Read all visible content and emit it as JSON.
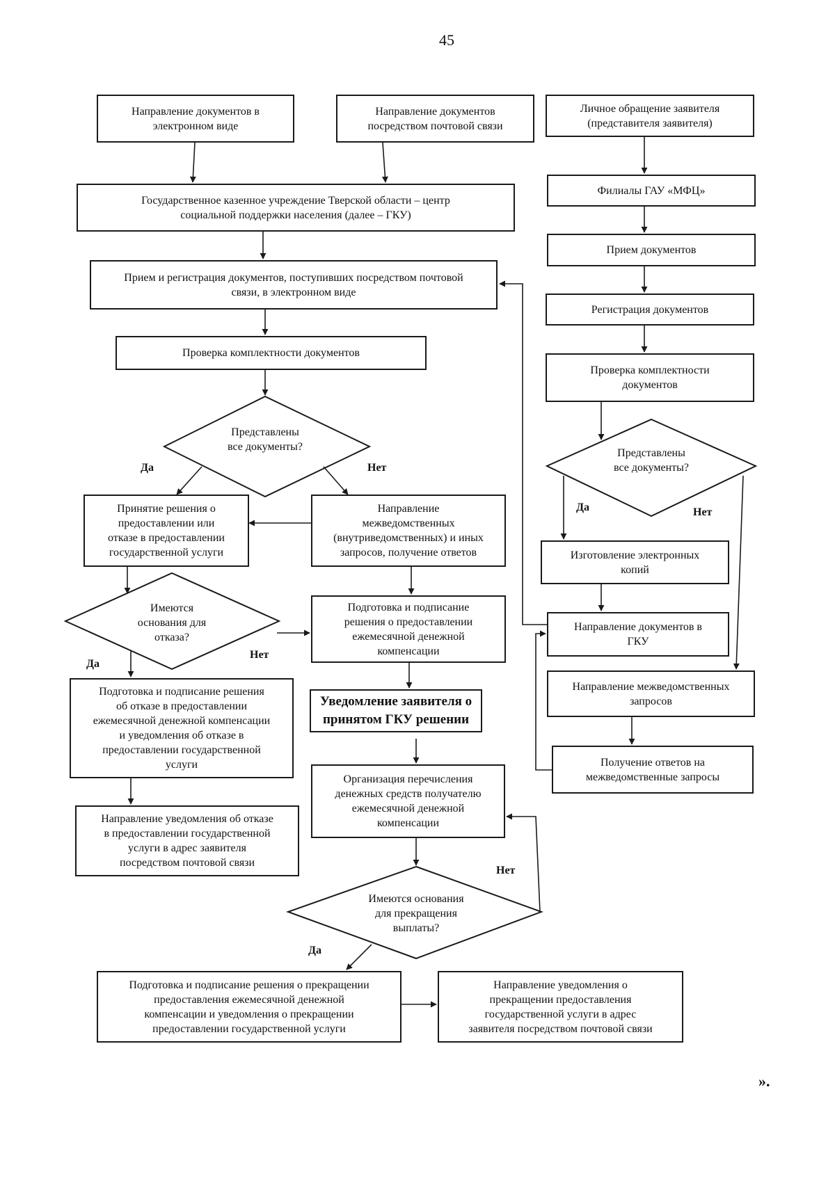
{
  "page_number": "45",
  "closing_mark": "».",
  "boxes": {
    "electronic": "Направление документов в\nэлектронном виде",
    "postal": "Направление документов\nпосредством почтовой связи",
    "personal": "Личное обращение заявителя\n(представителя заявителя)",
    "gku": "Государственное казенное учреждение Тверской области – центр\nсоциальной поддержки населения (далее – ГКУ)",
    "mfc_branch": "Филиалы ГАУ «МФЦ»",
    "mfc_receive": "Прием документов",
    "receive_register": "Прием и регистрация документов, поступивших посредством почтовой\nсвязи, в электронном виде",
    "mfc_register": "Регистрация документов",
    "check_left": "Проверка комплектности документов",
    "mfc_check": "Проверка комплектности\nдокументов",
    "decision": "Принятие решения о\nпредоставлении или\nотказе в предоставлении\nгосударственной услуги",
    "interdept": "Направление\nмежведомственных\n(внутриведомственных) и иных\nзапросов, получение ответов",
    "mfc_copies": "Изготовление электронных\nкопий",
    "prepare_grant": "Подготовка и подписание\nрешения о предоставлении\nежемесячной денежной\nкомпенсации",
    "mfc_send_gku": "Направление документов в\nГКУ",
    "prepare_refusal": "Подготовка и подписание решения\nоб отказе в предоставлении\nежемесячной денежной компенсации\nи уведомления об отказе в\nпредоставлении государственной\nуслуги",
    "notify_decision": "Уведомление заявителя о\nпринятом ГКУ решении",
    "mfc_interdept": "Направление межведомственных\nзапросов",
    "mfc_answers": "Получение ответов на\nмежведомственные запросы",
    "transfer": "Организация перечисления\nденежных средств получателю\nежемесячной денежной\nкомпенсации",
    "refusal_notice": "Направление уведомления об отказе\nв предоставлении государственной\nуслуги в адрес заявителя\nпосредством почтовой связи",
    "prepare_stop": "Подготовка и подписание решения о прекращении\nпредоставления ежемесячной денежной\nкомпенсации и уведомления о прекращении\nпредоставлении государственной услуги",
    "stop_notice": "Направление уведомления о\nпрекращении предоставления\nгосударственной услуги в адрес\nзаявителя посредством почтовой связи"
  },
  "diamonds": {
    "all_docs_left": "Представлены\nвсе документы?",
    "refusal_grounds": "Имеются\nоснования для\nотказа?",
    "all_docs_right": "Представлены\nвсе документы?",
    "stop_grounds": "Имеются основания\nдля прекращения\nвыплаты?"
  },
  "labels": {
    "yes": "Да",
    "no": "Нет"
  }
}
